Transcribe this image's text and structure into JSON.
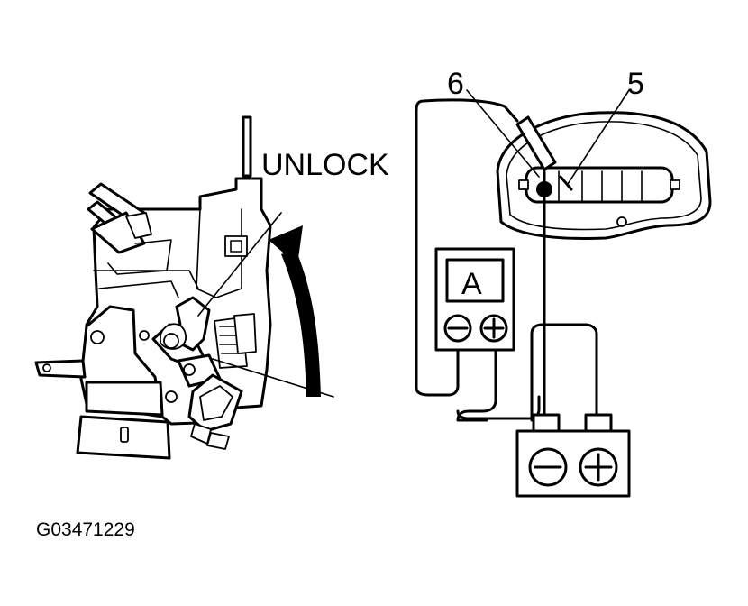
{
  "labels": {
    "unlock": "UNLOCK",
    "terminal_6": "6",
    "terminal_5": "5",
    "ammeter": "A",
    "figure_code": "G03471229"
  },
  "icons": {
    "meter_negative": "minus-circle",
    "meter_positive": "plus-circle",
    "battery_negative": "minus-circle",
    "battery_positive": "plus-circle"
  }
}
